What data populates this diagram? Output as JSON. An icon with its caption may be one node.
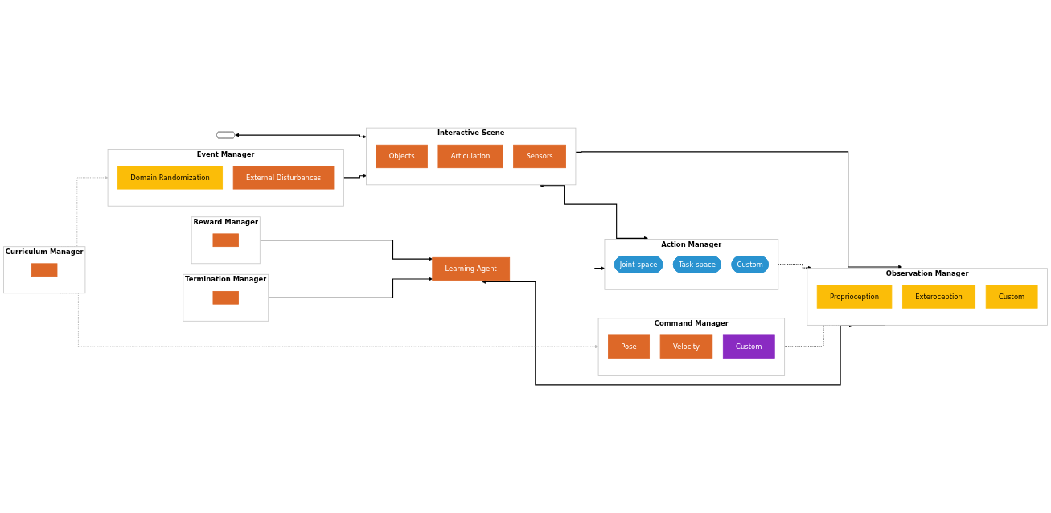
{
  "diagram": {
    "nodes": [
      {
        "text": [],
        "shape": "hexagon"
      },
      {
        "text": [
          "Interactive Scene"
        ]
      },
      {
        "text": [
          "Objects"
        ],
        "in": 1
      },
      {
        "text": [
          "Articulation"
        ],
        "in": 1
      },
      {
        "text": [
          "Sensors"
        ],
        "in": 1
      },
      {
        "text": [
          "Event Manager"
        ]
      },
      {
        "text": [
          "Domain Randomization"
        ],
        "in": 5
      },
      {
        "text": [
          "External Disturbances"
        ],
        "in": 5
      },
      {
        "text": [
          "Action Manager"
        ]
      },
      {
        "text": [
          "Joint-space"
        ],
        "in": 8
      },
      {
        "text": [
          "Task-space"
        ],
        "in": 8
      },
      {
        "text": [
          "Custom"
        ],
        "in": 8
      },
      {
        "text": [
          "Command Manager"
        ]
      },
      {
        "text": [
          "Pose"
        ],
        "in": 12
      },
      {
        "text": [
          "Velocity"
        ],
        "in": 12
      },
      {
        "text": [
          "Custom"
        ],
        "in": 12
      },
      {
        "text": [
          "Observation Manager"
        ]
      },
      {
        "text": [
          "Proprioception"
        ],
        "in": 16
      },
      {
        "text": [
          "Exteroception"
        ],
        "in": 16
      },
      {
        "text": [
          "Custom"
        ],
        "in": 16
      },
      {
        "text": [
          "Curriculum Manager"
        ]
      },
      {
        "text": [],
        "shape": "box",
        "in": 20
      },
      {
        "text": [
          "Reward Manager"
        ]
      },
      {
        "text": [],
        "shape": "box",
        "in": 22
      },
      {
        "text": [
          "Termination Manager"
        ]
      },
      {
        "text": [],
        "shape": "box",
        "in": 24
      },
      {
        "text": [
          "Learning Agent"
        ]
      }
    ],
    "edges": [
      {
        "from": 0,
        "to": 1,
        "arrow": "both"
      },
      {
        "from": 1,
        "to": 8,
        "arrow": "both"
      },
      {
        "from": 5,
        "to": 1,
        "arrow": "to"
      },
      {
        "from": 1,
        "to": 16,
        "arrow": "to"
      },
      {
        "from": 8,
        "to": 16,
        "arrow": "to",
        "style": "dashed"
      },
      {
        "from": 12,
        "to": 16,
        "arrow": "to",
        "style": "dashed"
      },
      {
        "from": 22,
        "to": 26,
        "arrow": "to"
      },
      {
        "from": 24,
        "to": 26,
        "arrow": "to"
      },
      {
        "from": 16,
        "to": 26,
        "arrow": "to"
      },
      {
        "from": 26,
        "to": 8,
        "arrow": "to"
      },
      {
        "from": 20,
        "to": 12,
        "arrow": "to",
        "style": "dashed",
        "color": "#c0c0c0"
      },
      {
        "from": 20,
        "to": 5,
        "arrow": "to",
        "style": "dashed",
        "color": "#c0c0c0"
      }
    ]
  }
}
